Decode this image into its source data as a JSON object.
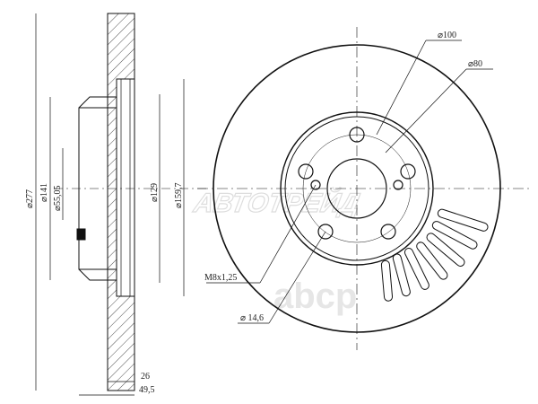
{
  "dimensions": {
    "outer_diameter": "⌀277",
    "hat_diameter": "⌀141",
    "center_bore": "⌀55,05",
    "inner_friction": "⌀129",
    "vent_diameter": "⌀159,7",
    "disc_thickness": "26",
    "total_height": "49,5",
    "pcd": "⌀100",
    "hub_circle": "⌀80",
    "thread": "M8x1,25",
    "bolt_hole": "⌀ 14,6"
  },
  "watermarks": [
    "АВТОТРЕЙД",
    "abcp"
  ],
  "colors": {
    "line": "#111111",
    "watermark": "#d6d6d6"
  }
}
